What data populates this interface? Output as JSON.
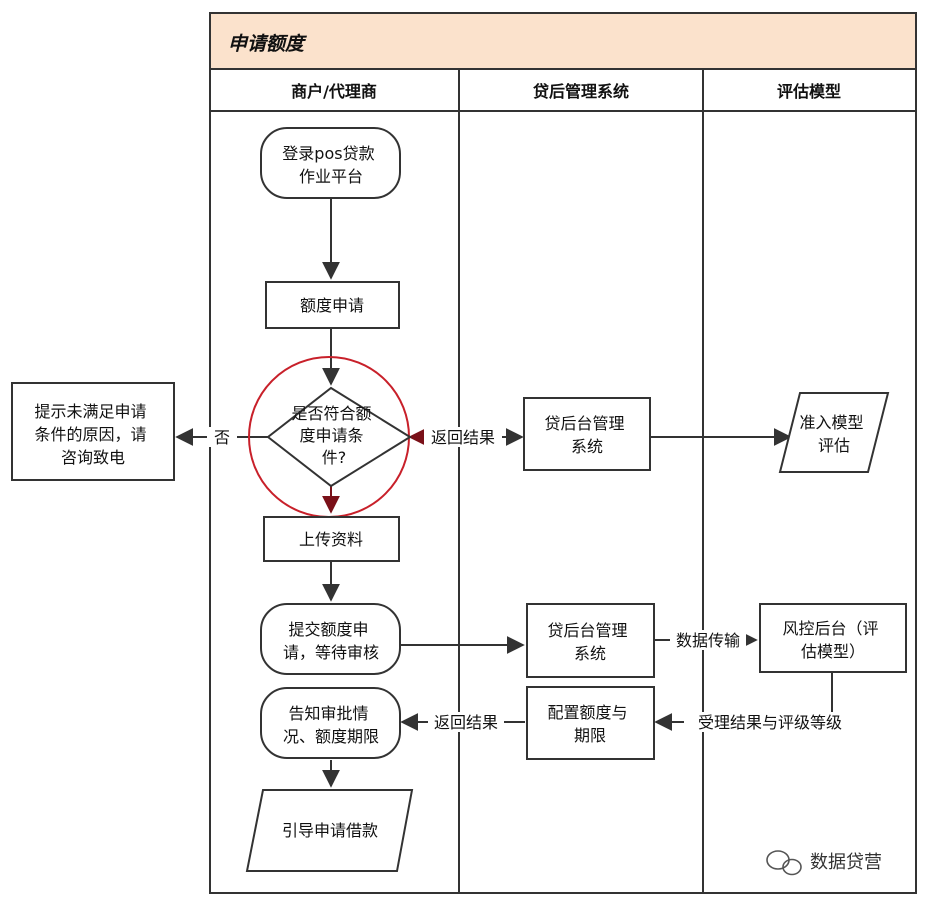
{
  "title": "申请额度",
  "lanes": [
    "商户/代理商",
    "贷后管理系统",
    "评估模型"
  ],
  "nodes": {
    "login": [
      "登录pos贷款",
      "作业平台"
    ],
    "apply": "额度申请",
    "check": [
      "是否符合额",
      "度申请条",
      "件?"
    ],
    "reject_msg": [
      "提示未满足申请",
      "条件的原因，请",
      "咨询致电"
    ],
    "upload": "上传资料",
    "submit": [
      "提交额度申",
      "请，等待审核"
    ],
    "notify": [
      "告知审批情",
      "况、额度期限"
    ],
    "guide": "引导申请借款",
    "mgmt1": [
      "贷后台管理",
      "系统"
    ],
    "admit": [
      "准入模型",
      "评估"
    ],
    "mgmt2": [
      "贷后台管理",
      "系统"
    ],
    "risk": [
      "风控后台（评",
      "估模型）"
    ],
    "config": [
      "配置额度与",
      "期限"
    ]
  },
  "edge_labels": {
    "no": "否",
    "return_result_1": "返回结果",
    "data_transfer": "数据传输",
    "process_result": "受理结果与评级等级",
    "return_result_2": "返回结果"
  },
  "watermark": "数据贷营",
  "colors": {
    "header_bg": "#fbe2cc",
    "line": "#333333",
    "highlight_circle": "#c8202a",
    "arrow_red": "#7a1018"
  }
}
